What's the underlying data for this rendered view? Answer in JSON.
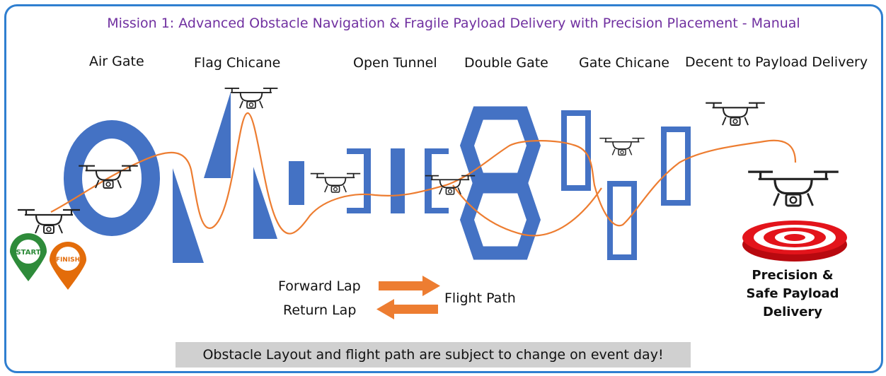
{
  "title": "Mission 1: Advanced Obstacle Navigation & Fragile Payload Delivery with Precision Placement - Manual",
  "stations": {
    "air_gate": "Air Gate",
    "flag_chicane": "Flag Chicane",
    "open_tunnel": "Open Tunnel",
    "double_gate": "Double Gate",
    "gate_chicane": "Gate Chicane",
    "decent": "Decent to Payload Delivery"
  },
  "pins": {
    "start": "START",
    "finish": "FINISH"
  },
  "legend": {
    "forward": "Forward Lap",
    "return": "Return Lap",
    "flight_path": "Flight Path"
  },
  "precision": {
    "line1": "Precision &",
    "line2": "Safe Payload",
    "line3": "Delivery"
  },
  "notice": "Obstacle Layout and flight path are subject to change on event day!",
  "colors": {
    "border": "#2f7fd0",
    "title": "#7030a0",
    "obstacle": "#4472c4",
    "path": "#ed7d31",
    "start_pin": "#2e8b3a",
    "finish_pin": "#e36c0a",
    "target": "#e3141b"
  },
  "icons": [
    "drone-icon",
    "start-pin-icon",
    "finish-pin-icon",
    "target-icon",
    "arrow-right-icon",
    "arrow-left-icon"
  ]
}
